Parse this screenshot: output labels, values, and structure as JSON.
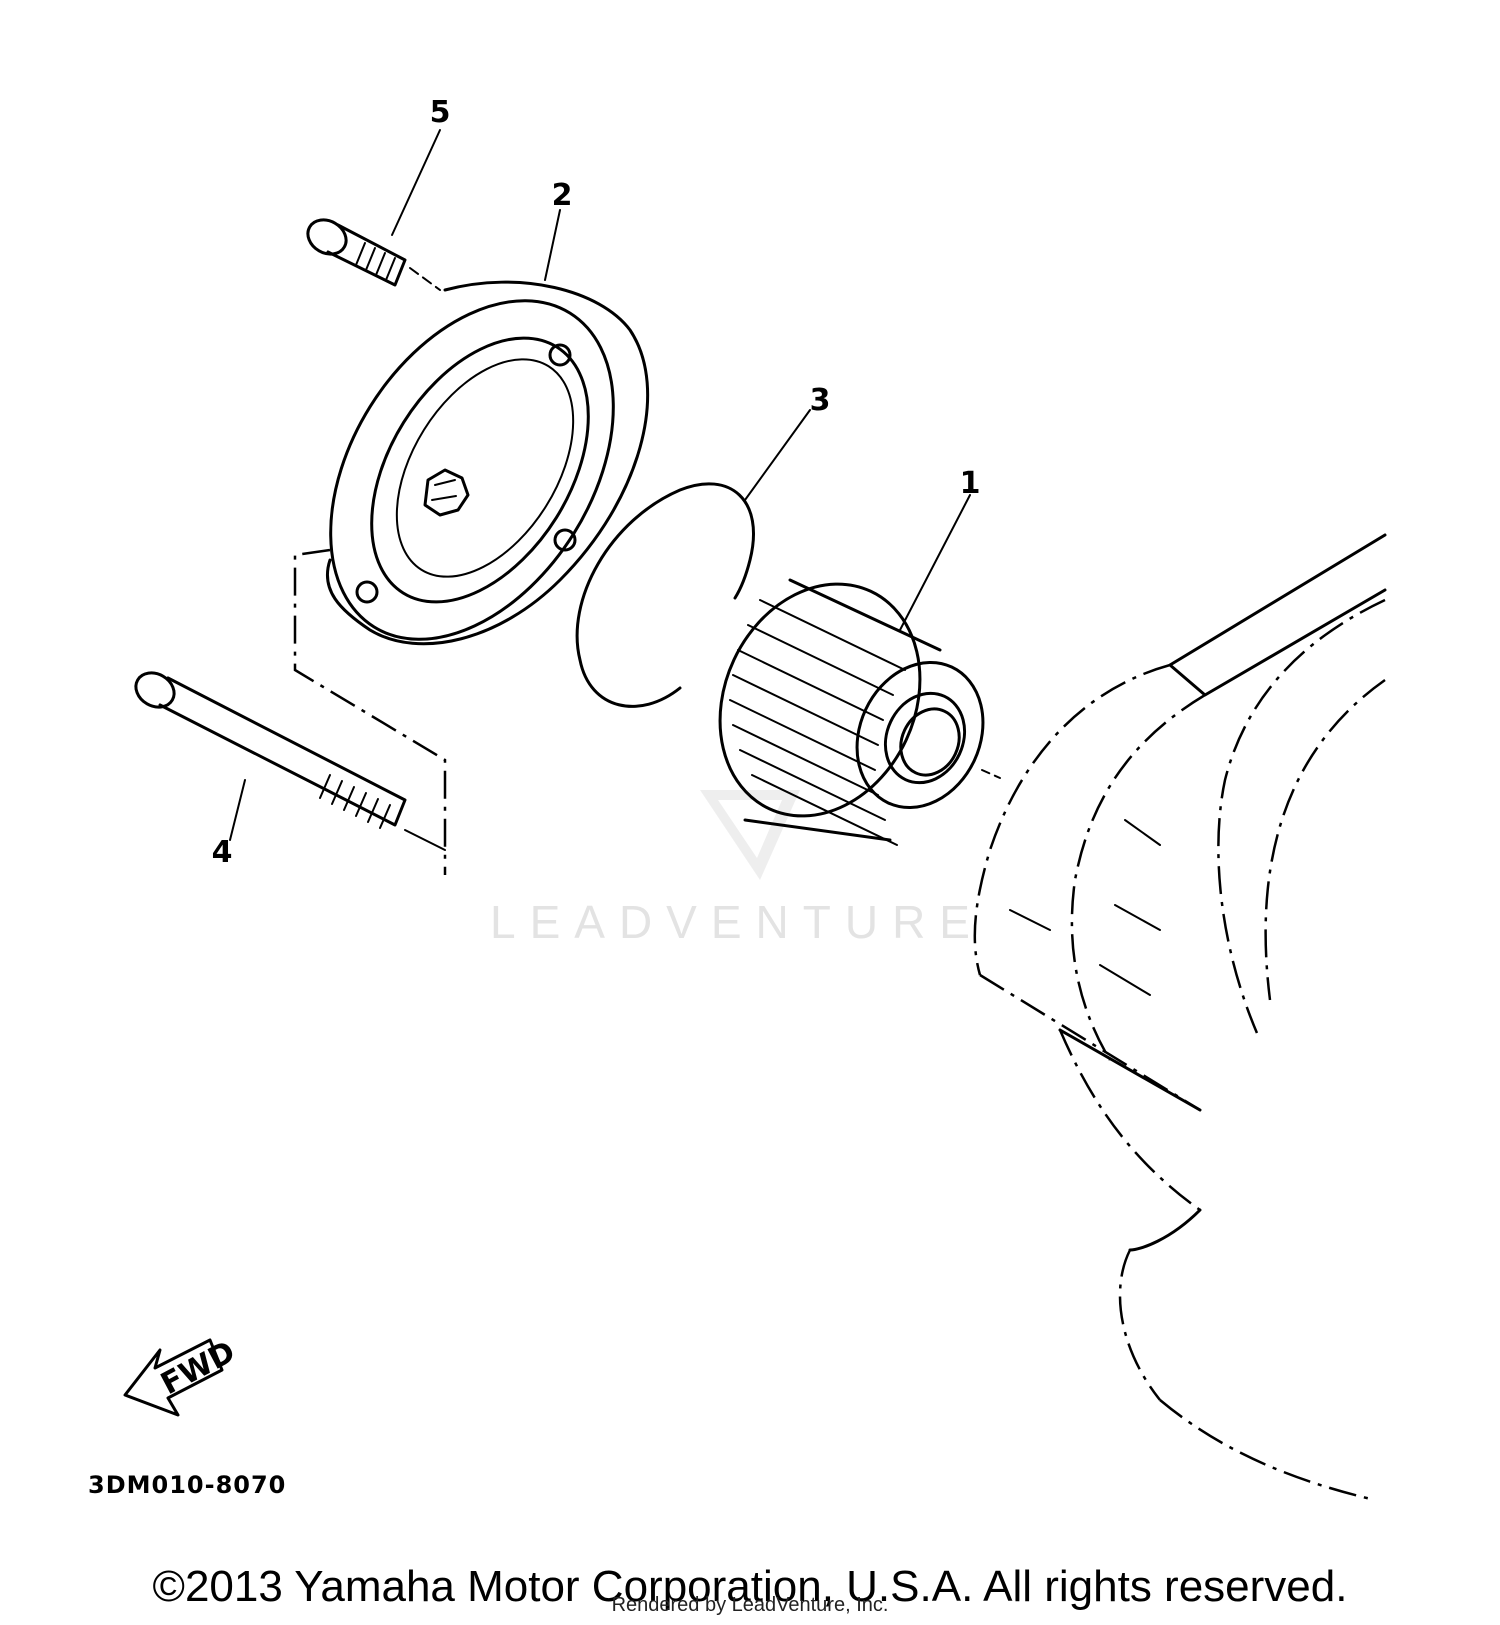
{
  "diagram": {
    "callouts": {
      "c1": "1",
      "c2": "2",
      "c3": "3",
      "c4": "4",
      "c5": "5"
    },
    "fwd_label": "FWD",
    "drawing_code": "3DM010-8070",
    "watermark": "LEADVENTURE",
    "copyright": "©2013 Yamaha Motor Corporation, U.S.A. All rights reserved.",
    "rendered_by": "Rendered by LeadVenture, Inc."
  }
}
